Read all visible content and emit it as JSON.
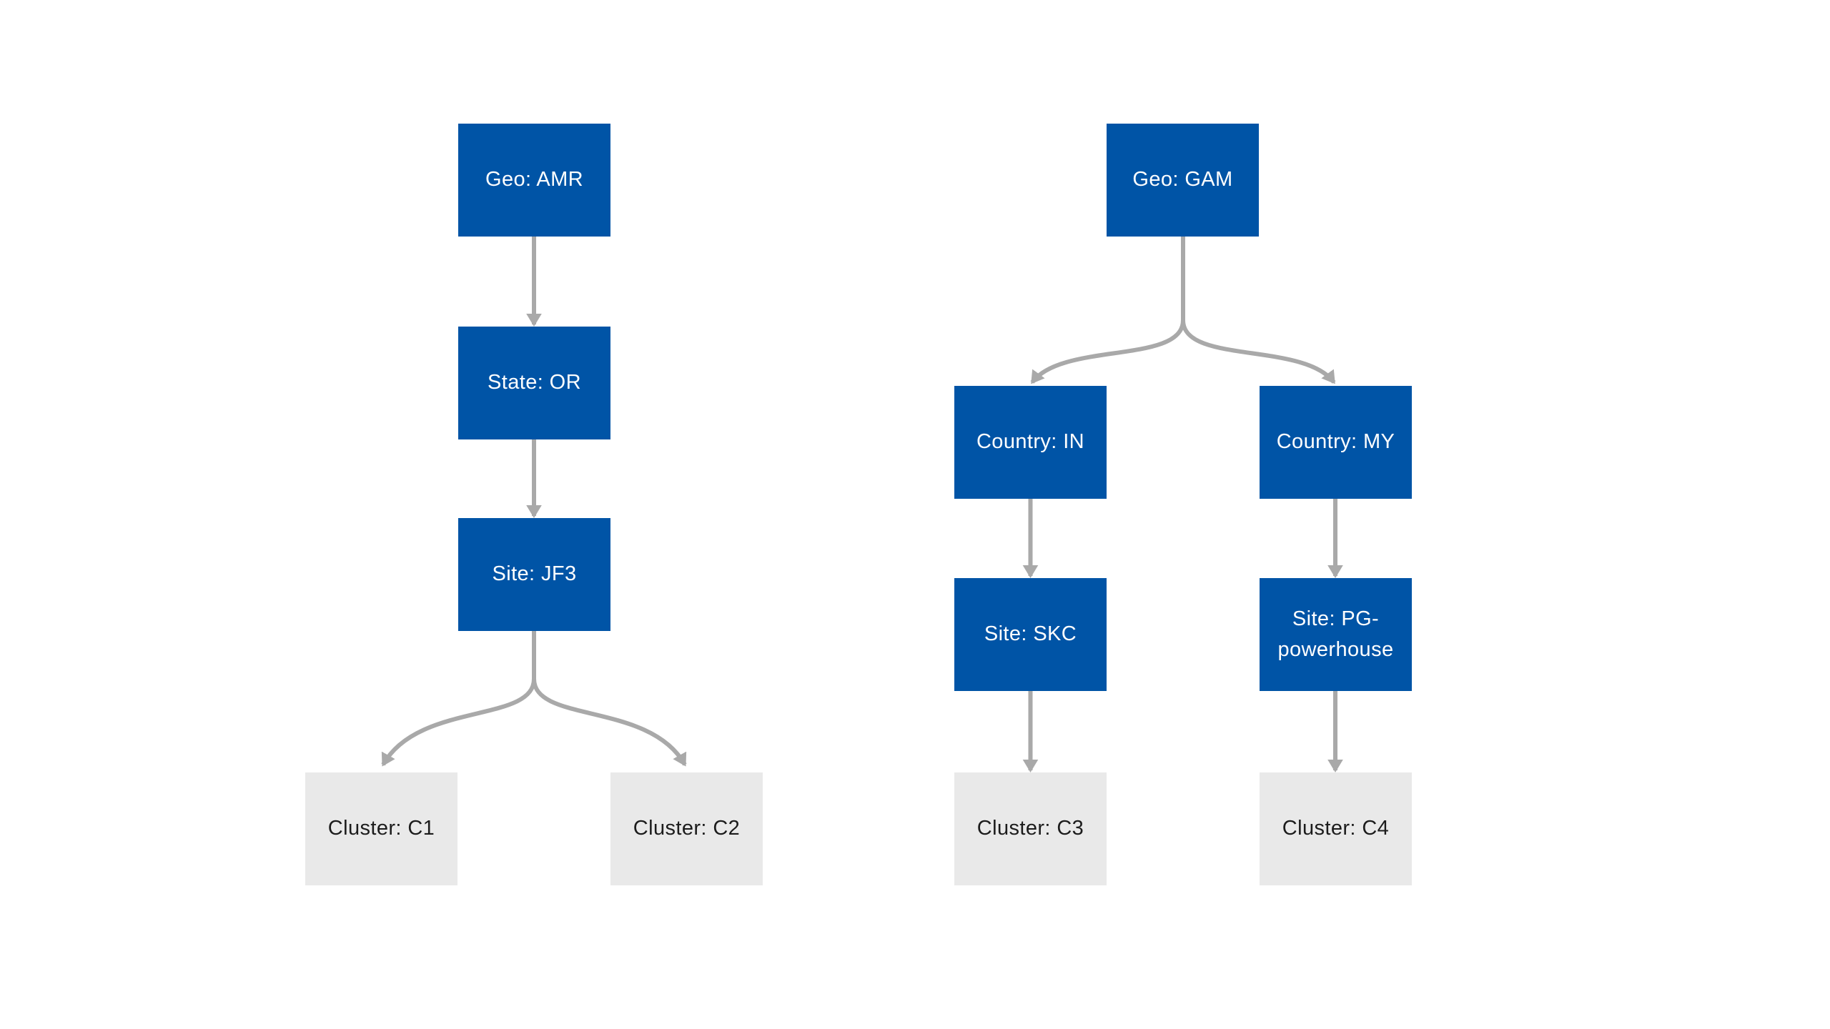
{
  "diagram": {
    "background_color": "#ffffff",
    "colors": {
      "node_blue": "#0054A6",
      "node_gray": "#E9E9E9",
      "text_on_blue": "#ffffff",
      "text_on_gray": "#1c1c1c",
      "connector_gray": "#A9A9A9"
    },
    "trees": [
      {
        "id": "left-hierarchy",
        "nodes": [
          {
            "id": "geo-amr",
            "label": "Geo: AMR",
            "style": "blue"
          },
          {
            "id": "state-or",
            "label": "State: OR",
            "style": "blue"
          },
          {
            "id": "site-jf3",
            "label": "Site: JF3",
            "style": "blue"
          },
          {
            "id": "cluster-c1",
            "label": "Cluster: C1",
            "style": "gray"
          },
          {
            "id": "cluster-c2",
            "label": "Cluster: C2",
            "style": "gray"
          }
        ],
        "edges": [
          {
            "from": "geo-amr",
            "to": "state-or"
          },
          {
            "from": "state-or",
            "to": "site-jf3"
          },
          {
            "from": "site-jf3",
            "to": "cluster-c1"
          },
          {
            "from": "site-jf3",
            "to": "cluster-c2"
          }
        ]
      },
      {
        "id": "right-hierarchy",
        "nodes": [
          {
            "id": "geo-gam",
            "label": "Geo: GAM",
            "style": "blue"
          },
          {
            "id": "country-in",
            "label": "Country: IN",
            "style": "blue"
          },
          {
            "id": "country-my",
            "label": "Country: MY",
            "style": "blue"
          },
          {
            "id": "site-skc",
            "label": "Site: SKC",
            "style": "blue"
          },
          {
            "id": "site-pg-powerhouse",
            "label": "Site: PG-powerhouse",
            "style": "blue"
          },
          {
            "id": "cluster-c3",
            "label": "Cluster: C3",
            "style": "gray"
          },
          {
            "id": "cluster-c4",
            "label": "Cluster: C4",
            "style": "gray"
          }
        ],
        "edges": [
          {
            "from": "geo-gam",
            "to": "country-in"
          },
          {
            "from": "geo-gam",
            "to": "country-my"
          },
          {
            "from": "country-in",
            "to": "site-skc"
          },
          {
            "from": "country-my",
            "to": "site-pg-powerhouse"
          },
          {
            "from": "site-skc",
            "to": "cluster-c3"
          },
          {
            "from": "site-pg-powerhouse",
            "to": "cluster-c4"
          }
        ]
      }
    ]
  }
}
